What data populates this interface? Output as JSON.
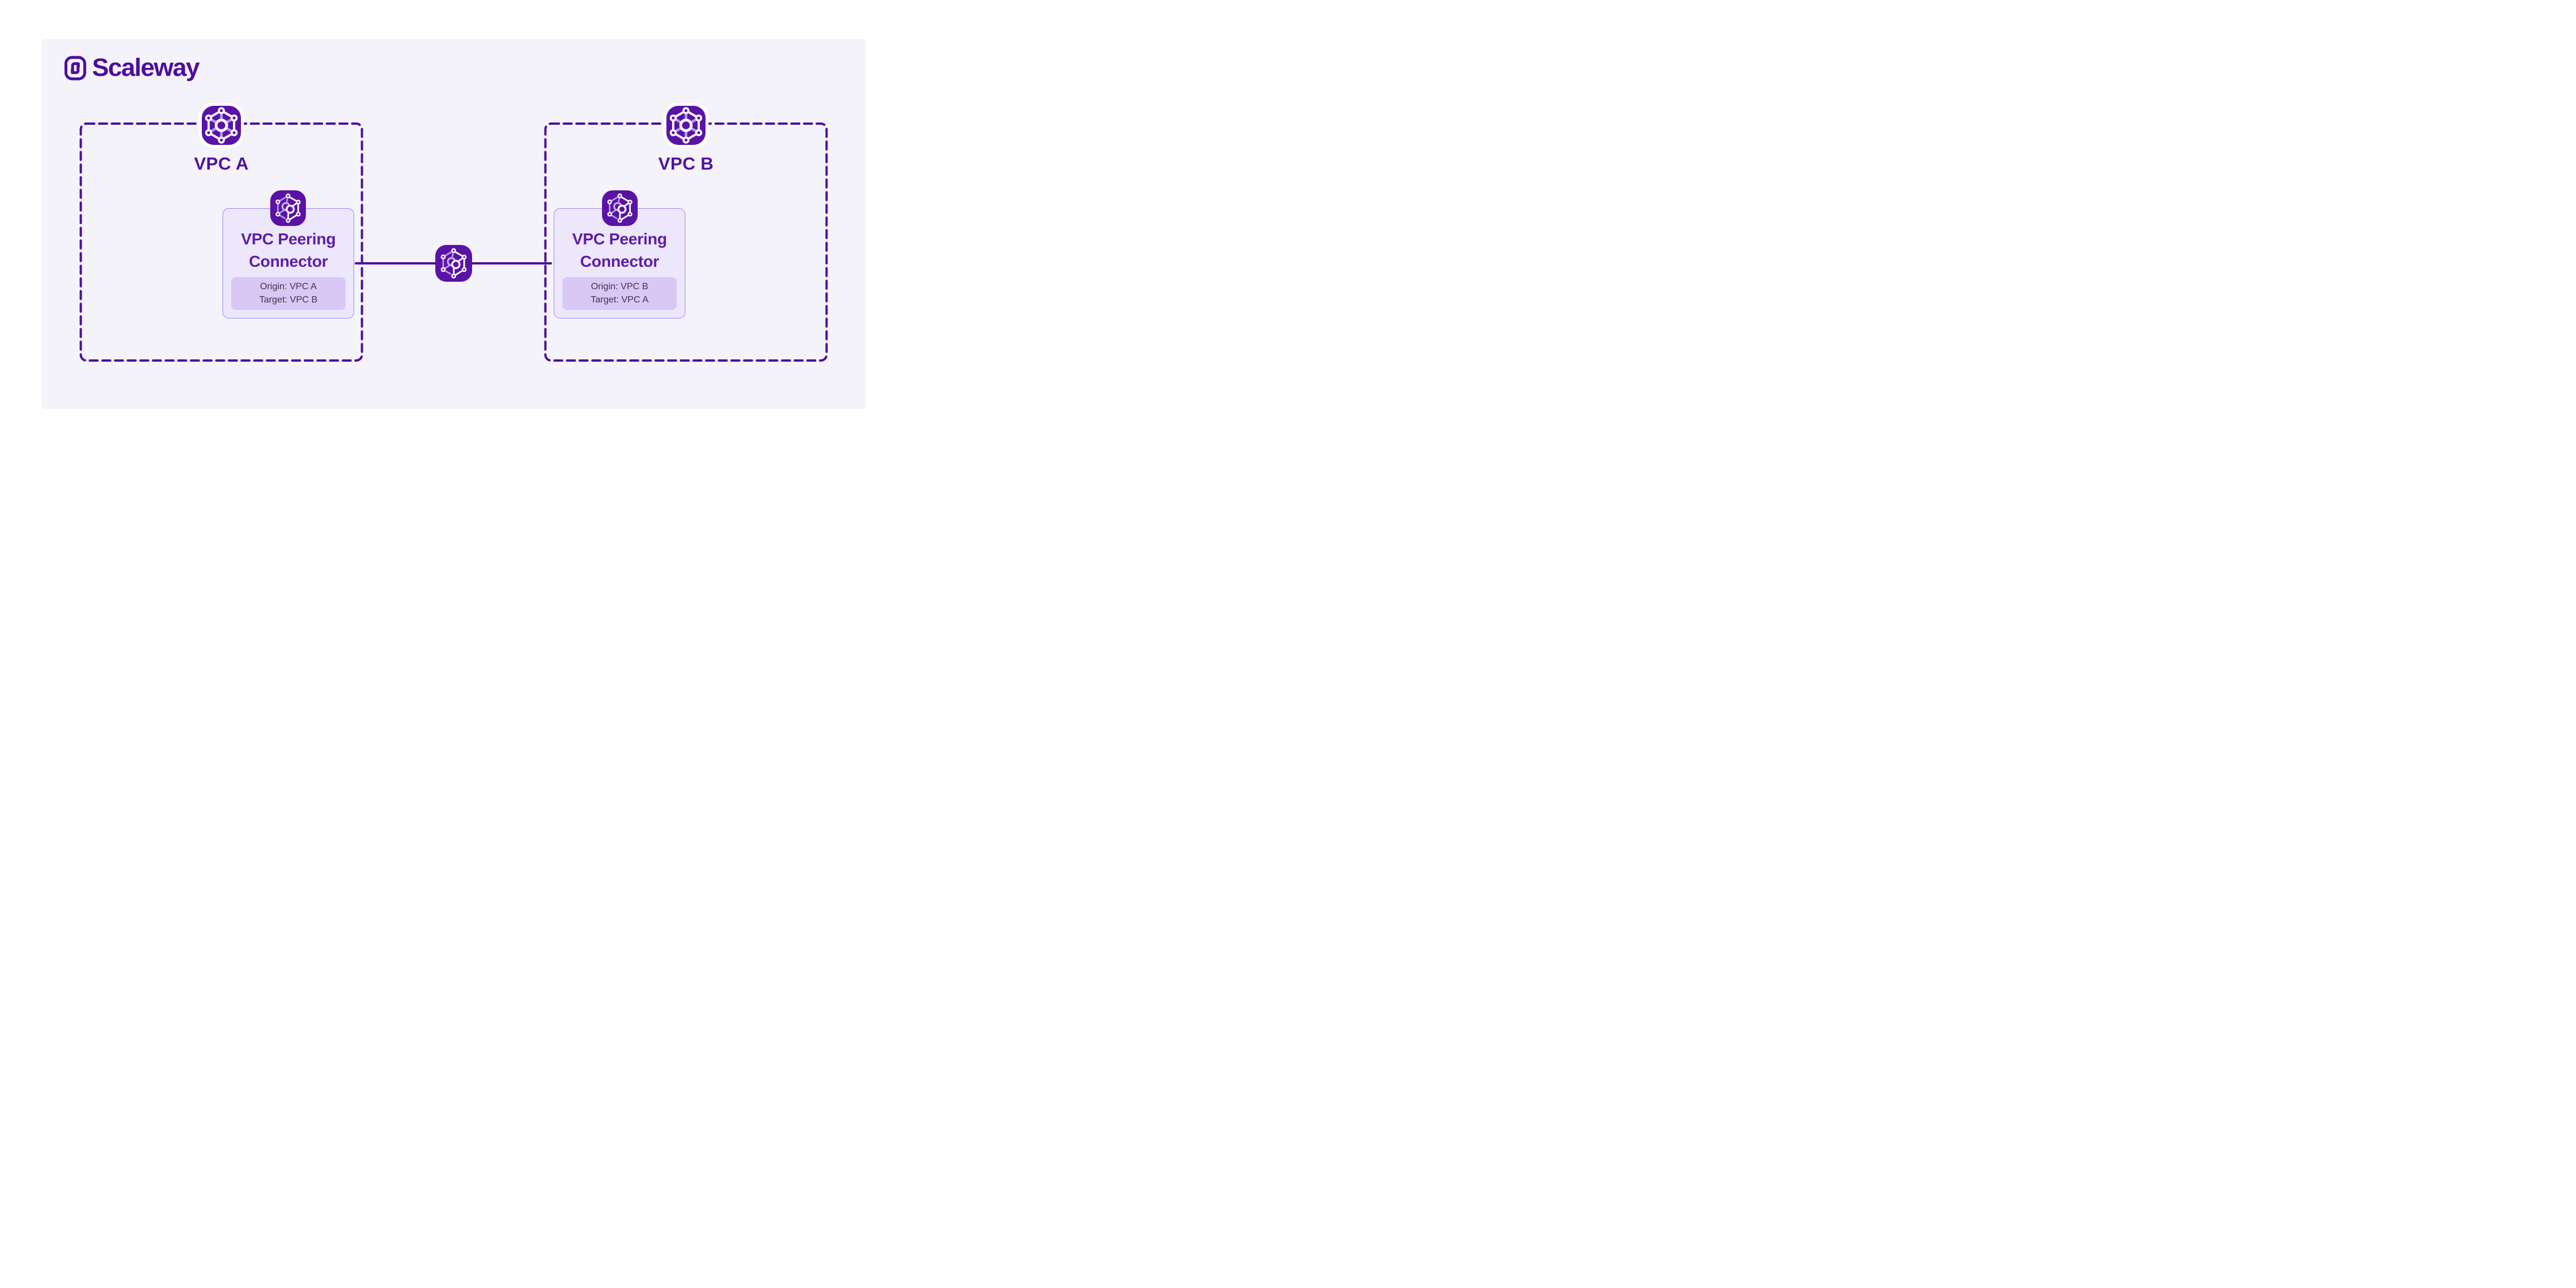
{
  "brand": {
    "name": "Scaleway"
  },
  "colors": {
    "brand_purple": "#4e0d9b",
    "deep_purple": "#4c129a",
    "icon_purple": "#5a13a6",
    "lavender": "#b596f2",
    "chain_lavender": "#c7b0f6",
    "white": "#ffffff",
    "panel_bg": "#f5f3fa",
    "card_bg": "#ece7fa",
    "card_border": "#9c8af0",
    "detail_bg": "#d9c7f6",
    "detail_text": "#3c3745",
    "title_purple": "#5d1da8",
    "label_purple": "#4f139c"
  },
  "icons": {
    "logo": "scaleway-logo-icon",
    "vpc": "vpc-network-icon",
    "peering": "vpc-peering-connector-icon"
  },
  "diagram": {
    "vpc_boxes": [
      {
        "label": "VPC A",
        "connector_card": {
          "title_line1": "VPC Peering",
          "title_line2": "Connector",
          "origin": "Origin: VPC A",
          "target": "Target: VPC B"
        }
      },
      {
        "label": "VPC B",
        "connector_card": {
          "title_line1": "VPC Peering",
          "title_line2": "Connector",
          "origin": "Origin: VPC B",
          "target": "Target: VPC A"
        }
      }
    ]
  }
}
